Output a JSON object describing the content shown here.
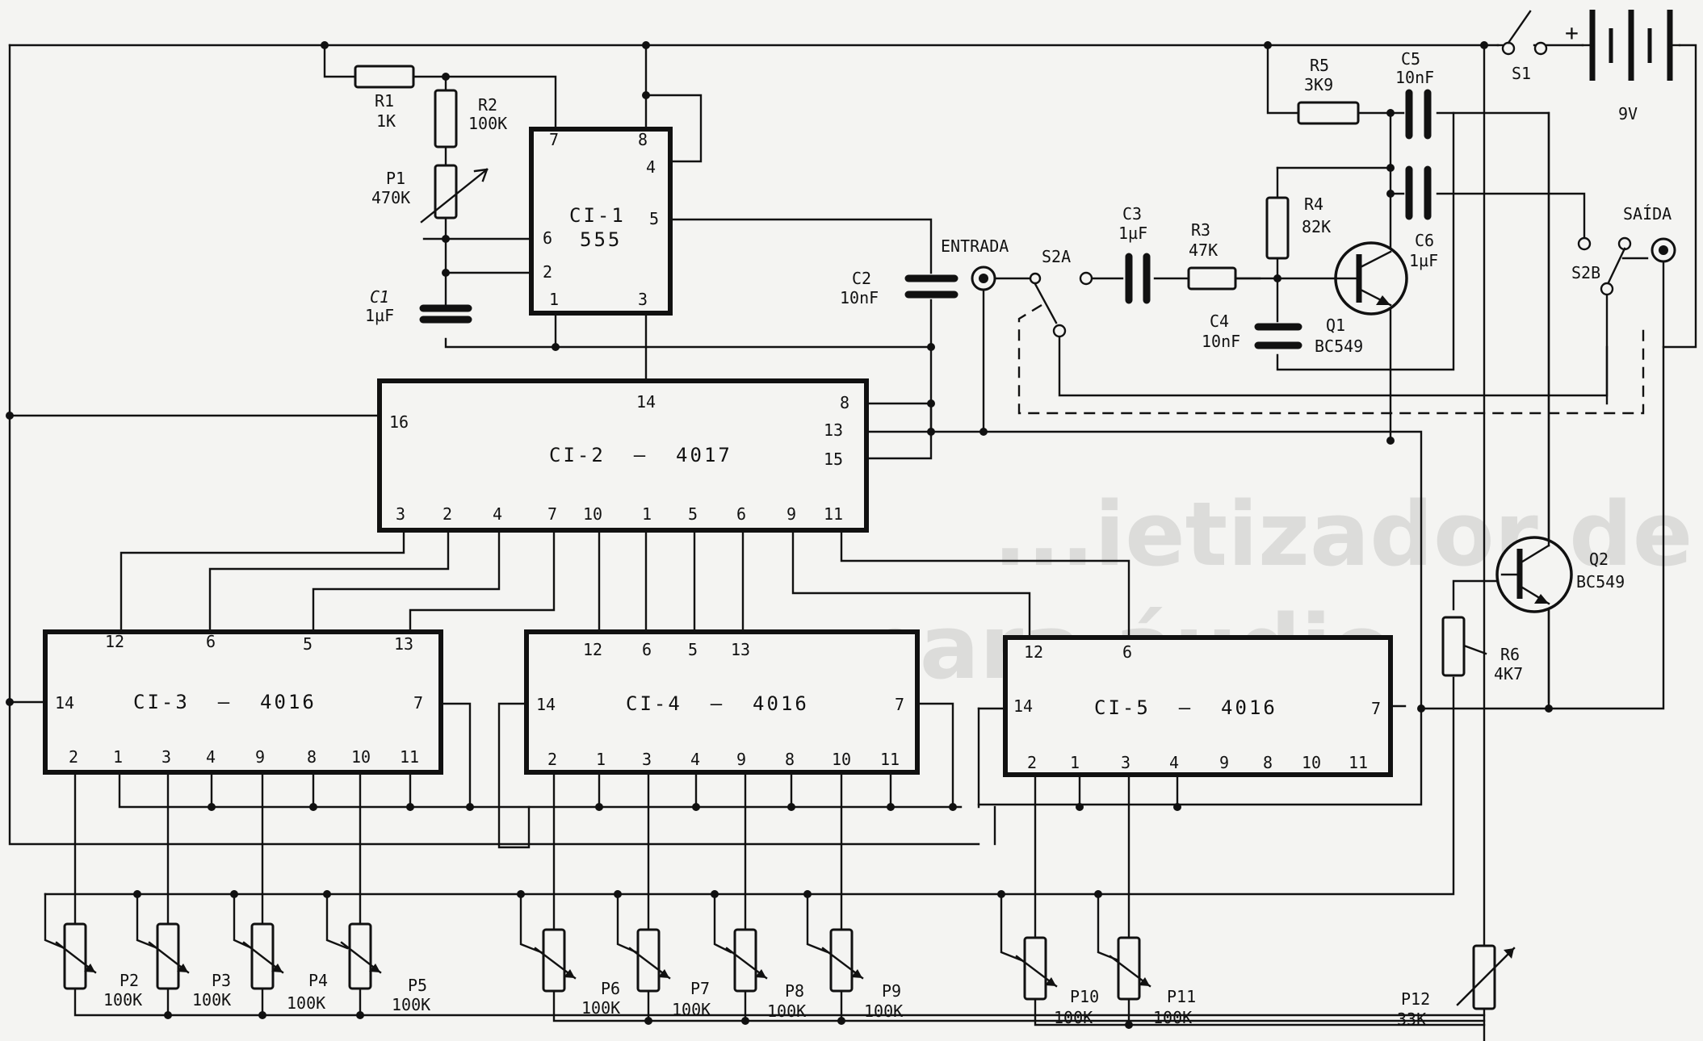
{
  "labels": {
    "r1": [
      "R1",
      "1K"
    ],
    "r2": [
      "R2",
      "100K"
    ],
    "p1": [
      "P1",
      "470K"
    ],
    "c1": [
      "C1",
      "1µF"
    ],
    "c2": [
      "C2",
      "10nF"
    ],
    "entrada": "ENTRADA",
    "s2a": "S2A",
    "c3": [
      "C3",
      "1µF"
    ],
    "r3": [
      "R3",
      "47K"
    ],
    "r4": [
      "R4",
      "82K"
    ],
    "c4": [
      "C4",
      "10nF"
    ],
    "q1": [
      "Q1",
      "BC549"
    ],
    "r5": [
      "R5",
      "3K9"
    ],
    "c5": [
      "C5",
      "10nF"
    ],
    "c6": [
      "C6",
      "1µF"
    ],
    "s1": "S1",
    "plus": "+",
    "battery": "9V",
    "saida": "SAÍDA",
    "s2b": "S2B",
    "q2": [
      "Q2",
      "BC549"
    ],
    "r6": [
      "R6",
      "4K7"
    ],
    "p2": [
      "P2",
      "100K"
    ],
    "p3": [
      "P3",
      "100K"
    ],
    "p4": [
      "P4",
      "100K"
    ],
    "p5": [
      "P5",
      "100K"
    ],
    "p6": [
      "P6",
      "100K"
    ],
    "p7": [
      "P7",
      "100K"
    ],
    "p8": [
      "P8",
      "100K"
    ],
    "p9": [
      "P9",
      "100K"
    ],
    "p10": [
      "P10",
      "100K"
    ],
    "p11": [
      "P11",
      "100K"
    ],
    "p12": [
      "P12",
      "33K"
    ]
  },
  "chips": {
    "ci1": {
      "name": "CI-1",
      "part": "555",
      "pins": [
        "7",
        "8",
        "4",
        "6",
        "5",
        "2",
        "1",
        "3"
      ]
    },
    "ci2": {
      "name": "CI-2  —  4017",
      "pins": [
        "14",
        "16",
        "8",
        "13",
        "15",
        "3",
        "2",
        "4",
        "7",
        "10",
        "1",
        "5",
        "6",
        "9",
        "11"
      ]
    },
    "ci3": {
      "name": "CI-3  —  4016",
      "pins": [
        "12",
        "6",
        "5",
        "13",
        "14",
        "7",
        "2",
        "1",
        "3",
        "4",
        "9",
        "8",
        "10",
        "11"
      ]
    },
    "ci4": {
      "name": "CI-4  —  4016",
      "pins": [
        "12",
        "6",
        "5",
        "13",
        "14",
        "7",
        "2",
        "1",
        "3",
        "4",
        "9",
        "8",
        "10",
        "11"
      ]
    },
    "ci5": {
      "name": "CI-5  —  4016",
      "pins": [
        "12",
        "6",
        "14",
        "7",
        "2",
        "1",
        "3",
        "4",
        "9",
        "8",
        "10",
        "11"
      ]
    }
  },
  "background_text": [
    "...ietizador de ...",
    "para áudio"
  ]
}
